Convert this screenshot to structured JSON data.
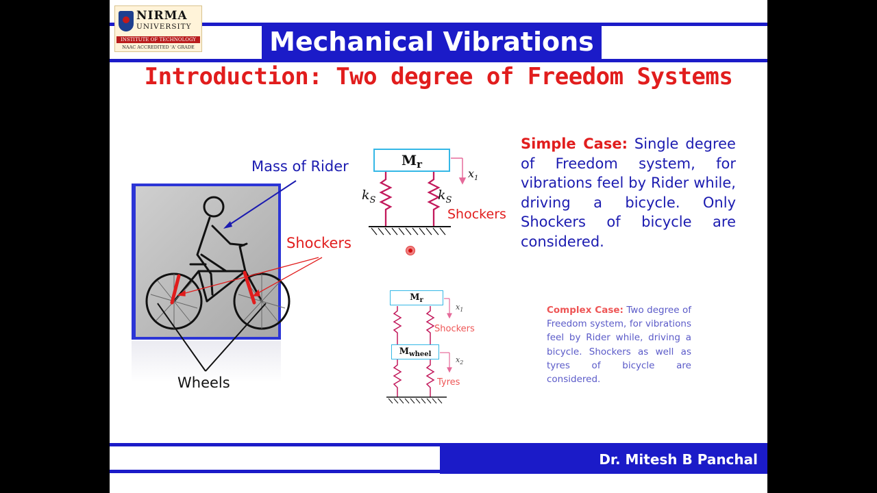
{
  "header": {
    "title": "Mechanical Vibrations"
  },
  "logo": {
    "name": "NIRMA",
    "sub": "UNIVERSITY",
    "institute": "INSTITUTE OF TECHNOLOGY",
    "accreditation": "NAAC ACCREDITED 'A' GRADE"
  },
  "slide_title": "Introduction: Two degree of Freedom Systems",
  "figure": {
    "mass_of_rider": "Mass of Rider",
    "shockers": "Shockers",
    "wheels": "Wheels"
  },
  "sdof": {
    "mass": "M",
    "mass_sub": "r",
    "spring_label": "k",
    "spring_sub": "S",
    "disp": "x",
    "disp_sub": "1",
    "shockers": "Shockers"
  },
  "tdof": {
    "mass_top": "M",
    "mass_top_sub": "r",
    "mass_bottom": "M",
    "mass_bottom_sub": "wheel",
    "disp1": "x",
    "disp1_sub": "1",
    "disp2": "x",
    "disp2_sub": "2",
    "shockers": "Shockers",
    "tyres": "Tyres"
  },
  "simple_case": {
    "lead": "Simple Case:",
    "text": " Single degree of Freedom system, for vibrations feel by Rider while, driving a bicycle. Only Shockers of bicycle are considered."
  },
  "complex_case": {
    "lead": "Complex Case:",
    "text": " Two degree of Freedom system, for vibrations feel by Rider while, driving a bicycle. Shockers as well as tyres of bicycle are considered."
  },
  "footer": {
    "author": "Dr. Mitesh B Panchal"
  },
  "colors": {
    "brand_blue": "#1b1bc8",
    "accent_red": "#e11d1d",
    "box_border": "#33b7e6",
    "spring": "#c2185b"
  }
}
